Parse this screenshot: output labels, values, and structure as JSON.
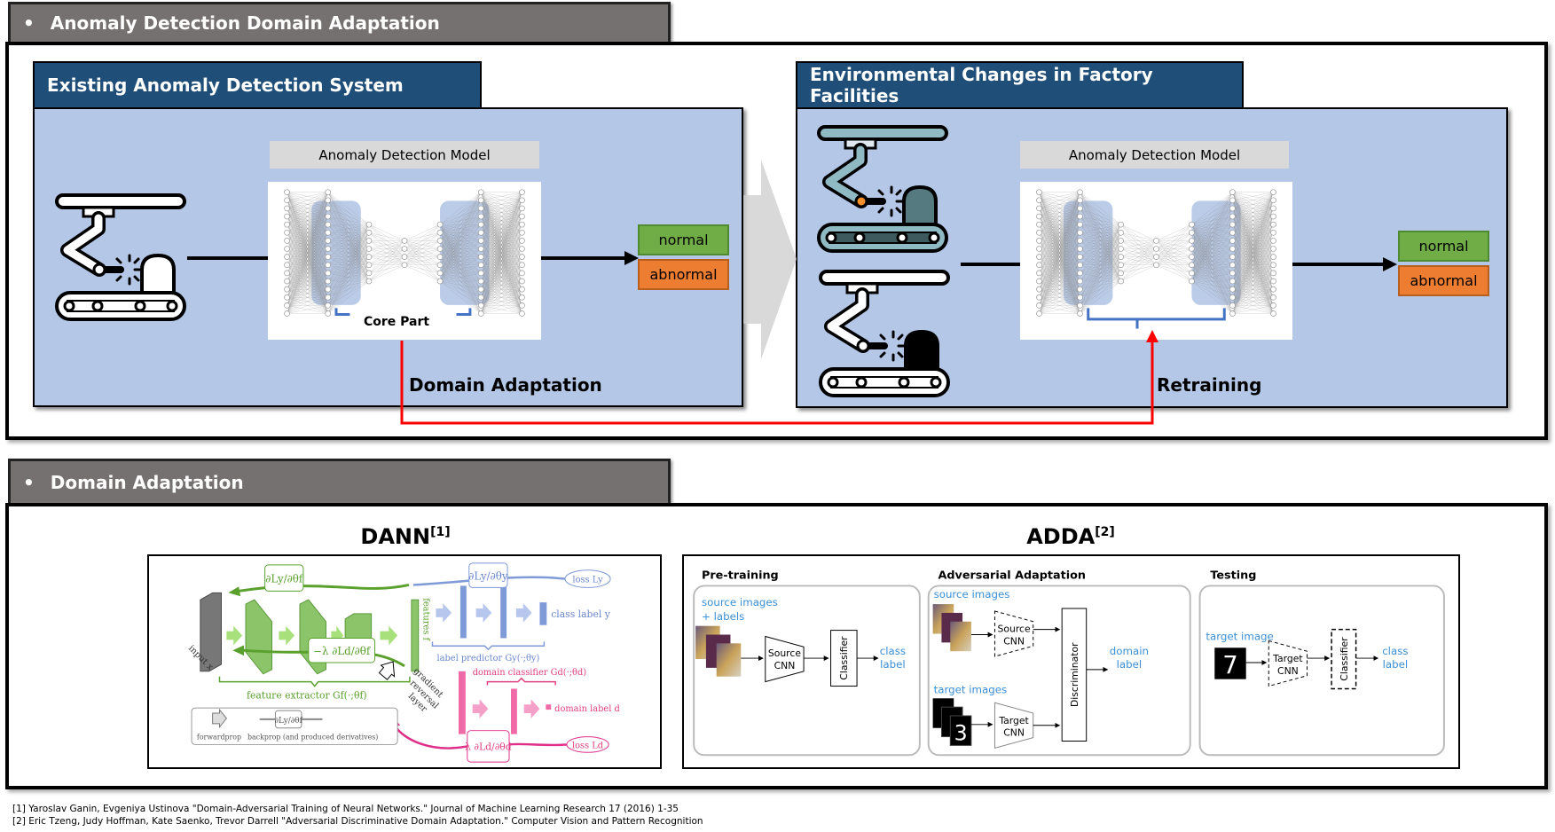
{
  "section1": {
    "bullet": "•",
    "title": "Anomaly Detection Domain Adaptation",
    "left": {
      "header": "Existing Anomaly Detection System",
      "model_label": "Anomaly Detection Model",
      "core_part": "Core Part",
      "outputs": [
        "normal",
        "abnormal"
      ],
      "caption": "Domain Adaptation"
    },
    "right": {
      "header": "Environmental Changes in Factory Facilities",
      "model_label": "Anomaly Detection Model",
      "outputs": [
        "normal",
        "abnormal"
      ],
      "caption": "Retraining"
    },
    "colors": {
      "header": "#1f4e79",
      "panel": "#b4c7e7",
      "normal": "#70ad47",
      "abnormal": "#ed7d31",
      "adaptation_arrow": "#ff0000",
      "core_bracket": "#4472c4"
    }
  },
  "section2": {
    "bullet": "•",
    "title": "Domain Adaptation",
    "dann": {
      "title": "DANN",
      "ref": "[1]",
      "labels": {
        "input": "input x",
        "features": "features f",
        "feature_extractor": "feature extractor Gf(·;θf)",
        "label_predictor": "label predictor Gy(·;θy)",
        "domain_classifier": "domain classifier Gd(·;θd)",
        "class_label": "class label y",
        "domain_label": "domain label d",
        "loss_y": "loss Ly",
        "loss_d": "loss Ld",
        "grad_y_f": "∂Ly/∂θf",
        "grad_y_y": "∂Ly/∂θy",
        "grad_d_f": "−λ ∂Ld/∂θf",
        "grad_d_d": "λ ∂Ld/∂θd",
        "grl_1": "gradient",
        "grl_2": "reversal",
        "grl_3": "layer",
        "legend_forward": "forwardprop",
        "legend_backprop": "backprop (and produced derivatives)",
        "legend_grad": "∂Ly/∂θf"
      }
    },
    "adda": {
      "title": "ADDA",
      "ref": "[2]",
      "pretraining": {
        "title": "Pre-training",
        "input_1": "source images",
        "input_2": "+ labels",
        "cnn_1": "Source",
        "cnn_2": "CNN",
        "classifier": "Classifier",
        "out_1": "class",
        "out_2": "label"
      },
      "adversarial": {
        "title": "Adversarial Adaptation",
        "source": "source images",
        "target": "target images",
        "src_cnn_1": "Source",
        "src_cnn_2": "CNN",
        "tgt_cnn_1": "Target",
        "tgt_cnn_2": "CNN",
        "discriminator": "Discriminator",
        "out_1": "domain",
        "out_2": "label"
      },
      "testing": {
        "title": "Testing",
        "input": "target image",
        "digit": "7",
        "cnn_1": "Target",
        "cnn_2": "CNN",
        "classifier": "Classifier",
        "out_1": "class",
        "out_2": "label"
      }
    }
  },
  "footnotes": [
    "[1] Yaroslav Ganin, Evgeniya Ustinova \"Domain-Adversarial Training of Neural Networks.\" Journal of Machine Learning Research 17 (2016) 1-35",
    "[2] Eric Tzeng, Judy Hoffman, Kate Saenko, Trevor Darrell \"Adversarial Discriminative Domain Adaptation.\" Computer Vision and Pattern Recognition"
  ]
}
